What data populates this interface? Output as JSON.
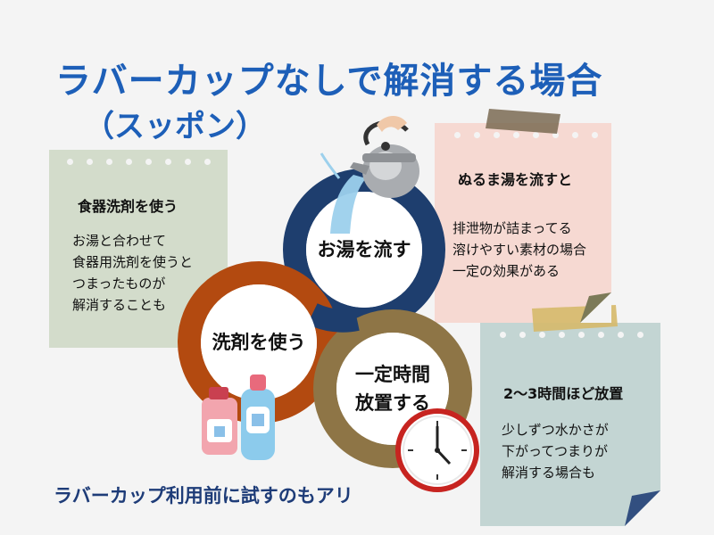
{
  "header": {
    "title": "ラバーカップなしで解消する場合",
    "subtitle": "（スッポン）"
  },
  "cards": {
    "dishwash": {
      "title": "食器洗剤を使う",
      "lines": [
        "お湯と合わせて",
        "食器用洗剤を使うと",
        "つまったものが",
        "解消することも"
      ]
    },
    "hotwater": {
      "title": "ぬるま湯を流すと",
      "lines": [
        "排泄物が詰まってる",
        "溶けやすい素材の場合",
        "一定の効果がある"
      ]
    },
    "wait": {
      "title": "2〜3時間ほど放置",
      "lines": [
        "少しずつ水かさが",
        "下がってつまりが",
        "解消する場合も"
      ]
    }
  },
  "circles": {
    "hotwater": "お湯を流す",
    "detergent": "洗剤を使う",
    "wait_line1": "一定時間",
    "wait_line2": "放置する"
  },
  "footer": {
    "note": "ラバーカップ利用前に試すのもアリ"
  },
  "colors": {
    "title": "#1d5fb8",
    "ring_hotwater": "#1e3e6e",
    "ring_detergent": "#b34a10",
    "ring_wait": "#8e7546",
    "card_green": "#d3dccb",
    "card_pink": "#f6d9d2",
    "card_teal": "#c3d5d3",
    "footer": "#1e3c78"
  },
  "icons": [
    "kettle-icon",
    "detergent-bottles-icon",
    "clock-icon",
    "tape-icon"
  ]
}
